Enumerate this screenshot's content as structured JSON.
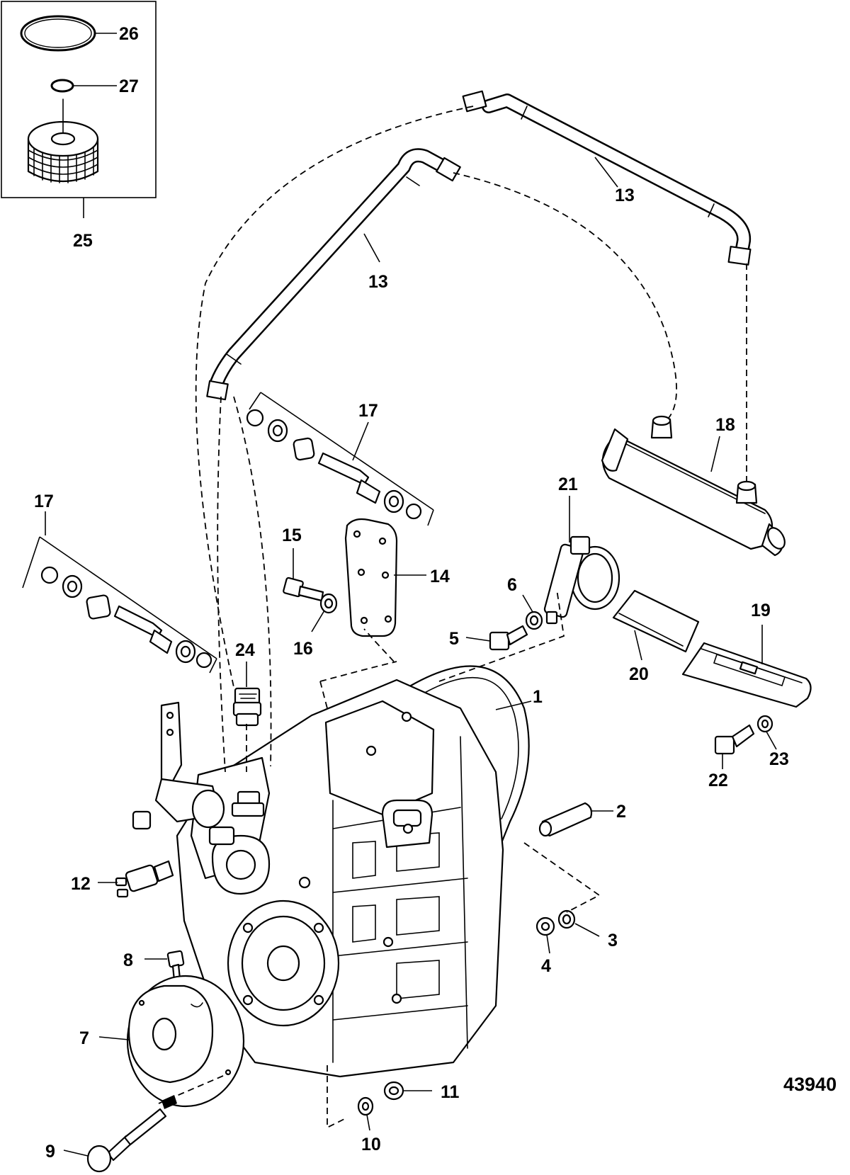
{
  "figure_number": "43940",
  "callouts": {
    "c1": "1",
    "c2": "2",
    "c3": "3",
    "c4": "4",
    "c5": "5",
    "c6": "6",
    "c7": "7",
    "c8": "8",
    "c9": "9",
    "c10": "10",
    "c11": "11",
    "c12": "12",
    "c13a": "13",
    "c13b": "13",
    "c14": "14",
    "c15": "15",
    "c16": "16",
    "c17a": "17",
    "c17b": "17",
    "c18": "18",
    "c19": "19",
    "c20": "20",
    "c21": "21",
    "c22": "22",
    "c23": "23",
    "c24": "24",
    "c25": "25",
    "c26": "26",
    "c27": "27"
  },
  "colors": {
    "line": "#000000",
    "background": "#ffffff"
  }
}
